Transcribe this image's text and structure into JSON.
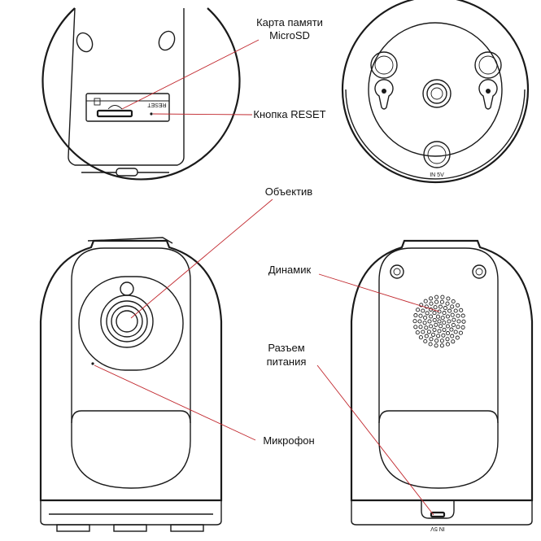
{
  "labels": {
    "sd_card_line1": "Карта памяти",
    "sd_card_line2": "MicroSD",
    "reset_button": "Кнопка RESET",
    "lens": "Объектив",
    "speaker": "Динамик",
    "power_line1": "Разъем",
    "power_line2": "питания",
    "microphone": "Микрофон"
  },
  "markings": {
    "reset": "RESET",
    "in_5v": "IN 5V",
    "in_5v_rear": "IN 5V"
  },
  "colors": {
    "leader_line": "#c1272d",
    "outline": "#1a1a1a"
  }
}
